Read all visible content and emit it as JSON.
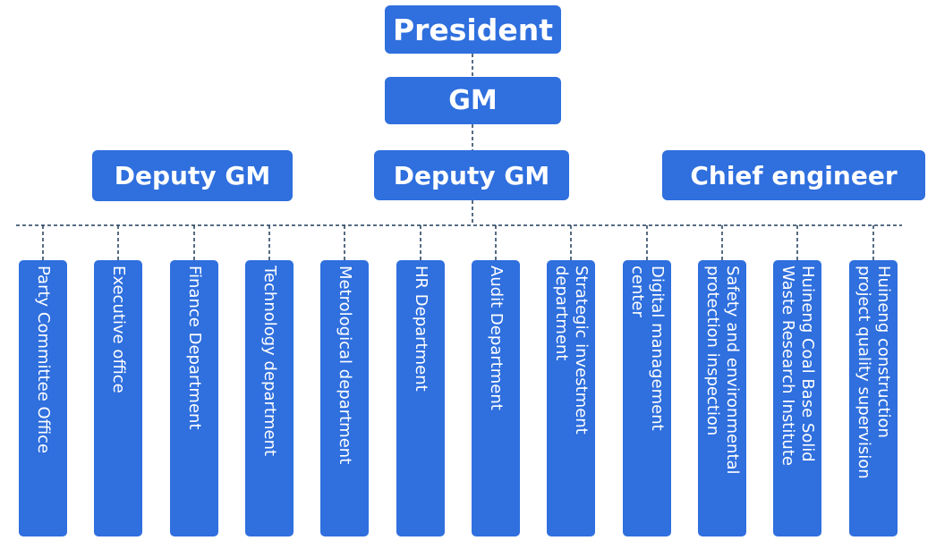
{
  "top": {
    "president": "President",
    "gm": "GM"
  },
  "deputies": {
    "left": "Deputy GM",
    "center": "Deputy GM",
    "right": "Chief engineer"
  },
  "departments": [
    {
      "label": "Party Committee Office"
    },
    {
      "label": "Executive office"
    },
    {
      "label": "Finance Department"
    },
    {
      "label": "Technology department"
    },
    {
      "label": "Metrological department"
    },
    {
      "label": "HR Department"
    },
    {
      "label": "Audit Department"
    },
    {
      "label": "Strategic investment\ndepartment"
    },
    {
      "label": "Digital management\ncenter"
    },
    {
      "label": "Safety and environmental\nprotection inspection"
    },
    {
      "label": "Huineng Coal Base Solid\nWaste Research Institute"
    },
    {
      "label": "Huineng construction\nproject quality supervision"
    }
  ],
  "colors": {
    "box": "#2f6fde",
    "connector": "#1f3b5a",
    "text": "#ffffff"
  }
}
